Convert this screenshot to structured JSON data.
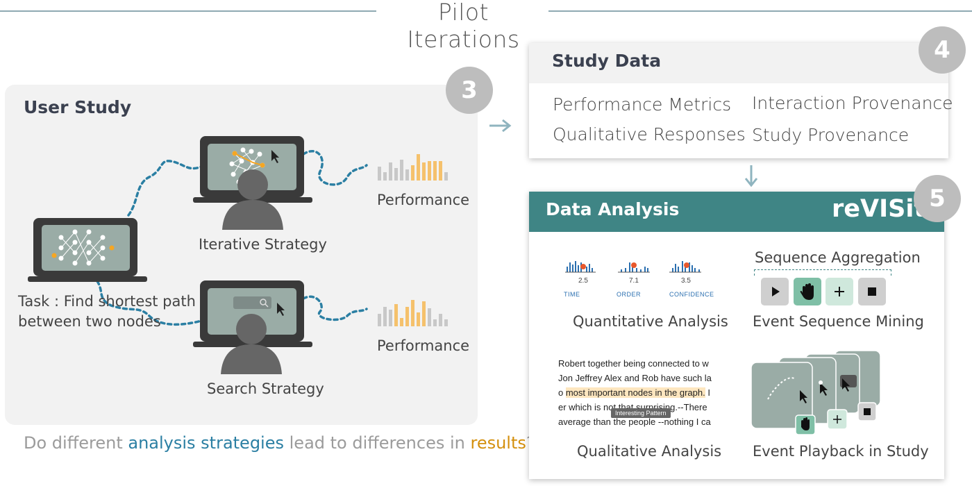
{
  "header": {
    "title": "Pilot Iterations"
  },
  "user_study": {
    "heading": "User Study",
    "badge": "3",
    "task_line1": "Task : Find shortest path",
    "task_line2": "between two nodes",
    "iterative_label": "Iterative Strategy",
    "search_label": "Search Strategy",
    "performance_top": "Performance",
    "performance_bottom": "Performance"
  },
  "question": {
    "part1": "Do different ",
    "highlight1": "analysis strategies",
    "part2": " lead to differences in ",
    "highlight2": "results",
    "part3": "?"
  },
  "study_data": {
    "heading": "Study Data",
    "badge": "4",
    "items": [
      "Performance Metrics",
      "Qualitative Responses",
      "Interaction Provenance",
      "Study Provenance"
    ]
  },
  "data_analysis": {
    "heading": "Data Analysis",
    "brand": "reVISit",
    "badge": "5",
    "quantitative": {
      "label": "Quantitative Analysis",
      "metrics": [
        {
          "value": "2.5",
          "name": "TIME"
        },
        {
          "value": "7.1",
          "name": "ORDER"
        },
        {
          "value": "3.5",
          "name": "CONFIDENCE"
        }
      ]
    },
    "sequence": {
      "title": "Sequence Aggregation",
      "label": "Event Sequence Mining",
      "controls": [
        "play-icon",
        "hand-icon",
        "plus-icon",
        "stop-icon"
      ]
    },
    "qualitative": {
      "label": "Qualitative Analysis",
      "lines": [
        "Robert together being connected to w",
        "Jon Jeffrey Alex and Rob have such la",
        "most important nodes in the graph.",
        "er which is not that surprising.--There",
        "average than the people --nothing I ca"
      ],
      "line3_prefix": "o ",
      "line3_suffix": " I",
      "tooltip": "Interesting Pattern"
    },
    "playback": {
      "label": "Event Playback in Study"
    }
  },
  "colors": {
    "accent_teal": "#3f8585",
    "path_blue": "#2b7fa3",
    "orange": "#f5a623",
    "badge_gray": "#bdbdbd",
    "screen_gray": "#9aaca6"
  }
}
